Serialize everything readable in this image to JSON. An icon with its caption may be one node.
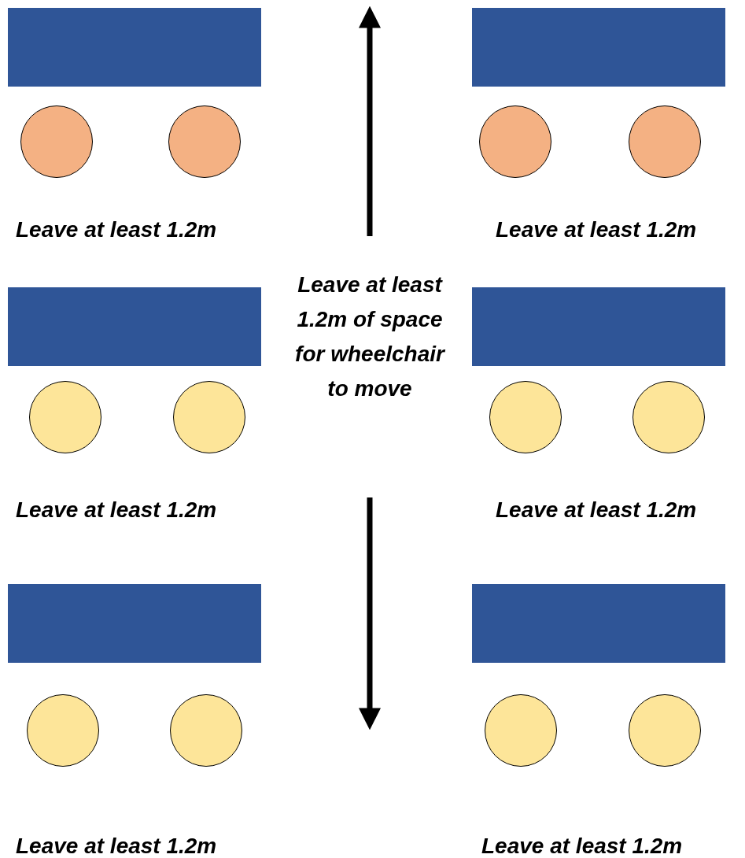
{
  "diagram": {
    "nodes": [
      {
        "text": [],
        "shape": "box"
      },
      {
        "text": [],
        "shape": "box"
      },
      {
        "text": [],
        "shape": "circle"
      },
      {
        "text": [],
        "shape": "circle"
      },
      {
        "text": [],
        "shape": "circle"
      },
      {
        "text": [],
        "shape": "circle"
      },
      {
        "text": [],
        "shape": "box"
      },
      {
        "text": [],
        "shape": "box"
      },
      {
        "text": [],
        "shape": "circle"
      },
      {
        "text": [],
        "shape": "circle"
      },
      {
        "text": [],
        "shape": "circle"
      },
      {
        "text": [],
        "shape": "circle"
      },
      {
        "text": [],
        "shape": "box"
      },
      {
        "text": [],
        "shape": "box"
      },
      {
        "text": [],
        "shape": "circle"
      },
      {
        "text": [],
        "shape": "circle"
      },
      {
        "text": [],
        "shape": "circle"
      },
      {
        "text": [],
        "shape": "circle"
      }
    ],
    "labels": [
      "Leave at least 1.2m",
      "Leave at least 1.2m",
      "Leave at least 1.2m of space for wheelchair to move",
      "Leave at least 1.2m",
      "Leave at least 1.2m",
      "Leave at least 1.2m",
      "Leave at least 1.2m"
    ]
  }
}
